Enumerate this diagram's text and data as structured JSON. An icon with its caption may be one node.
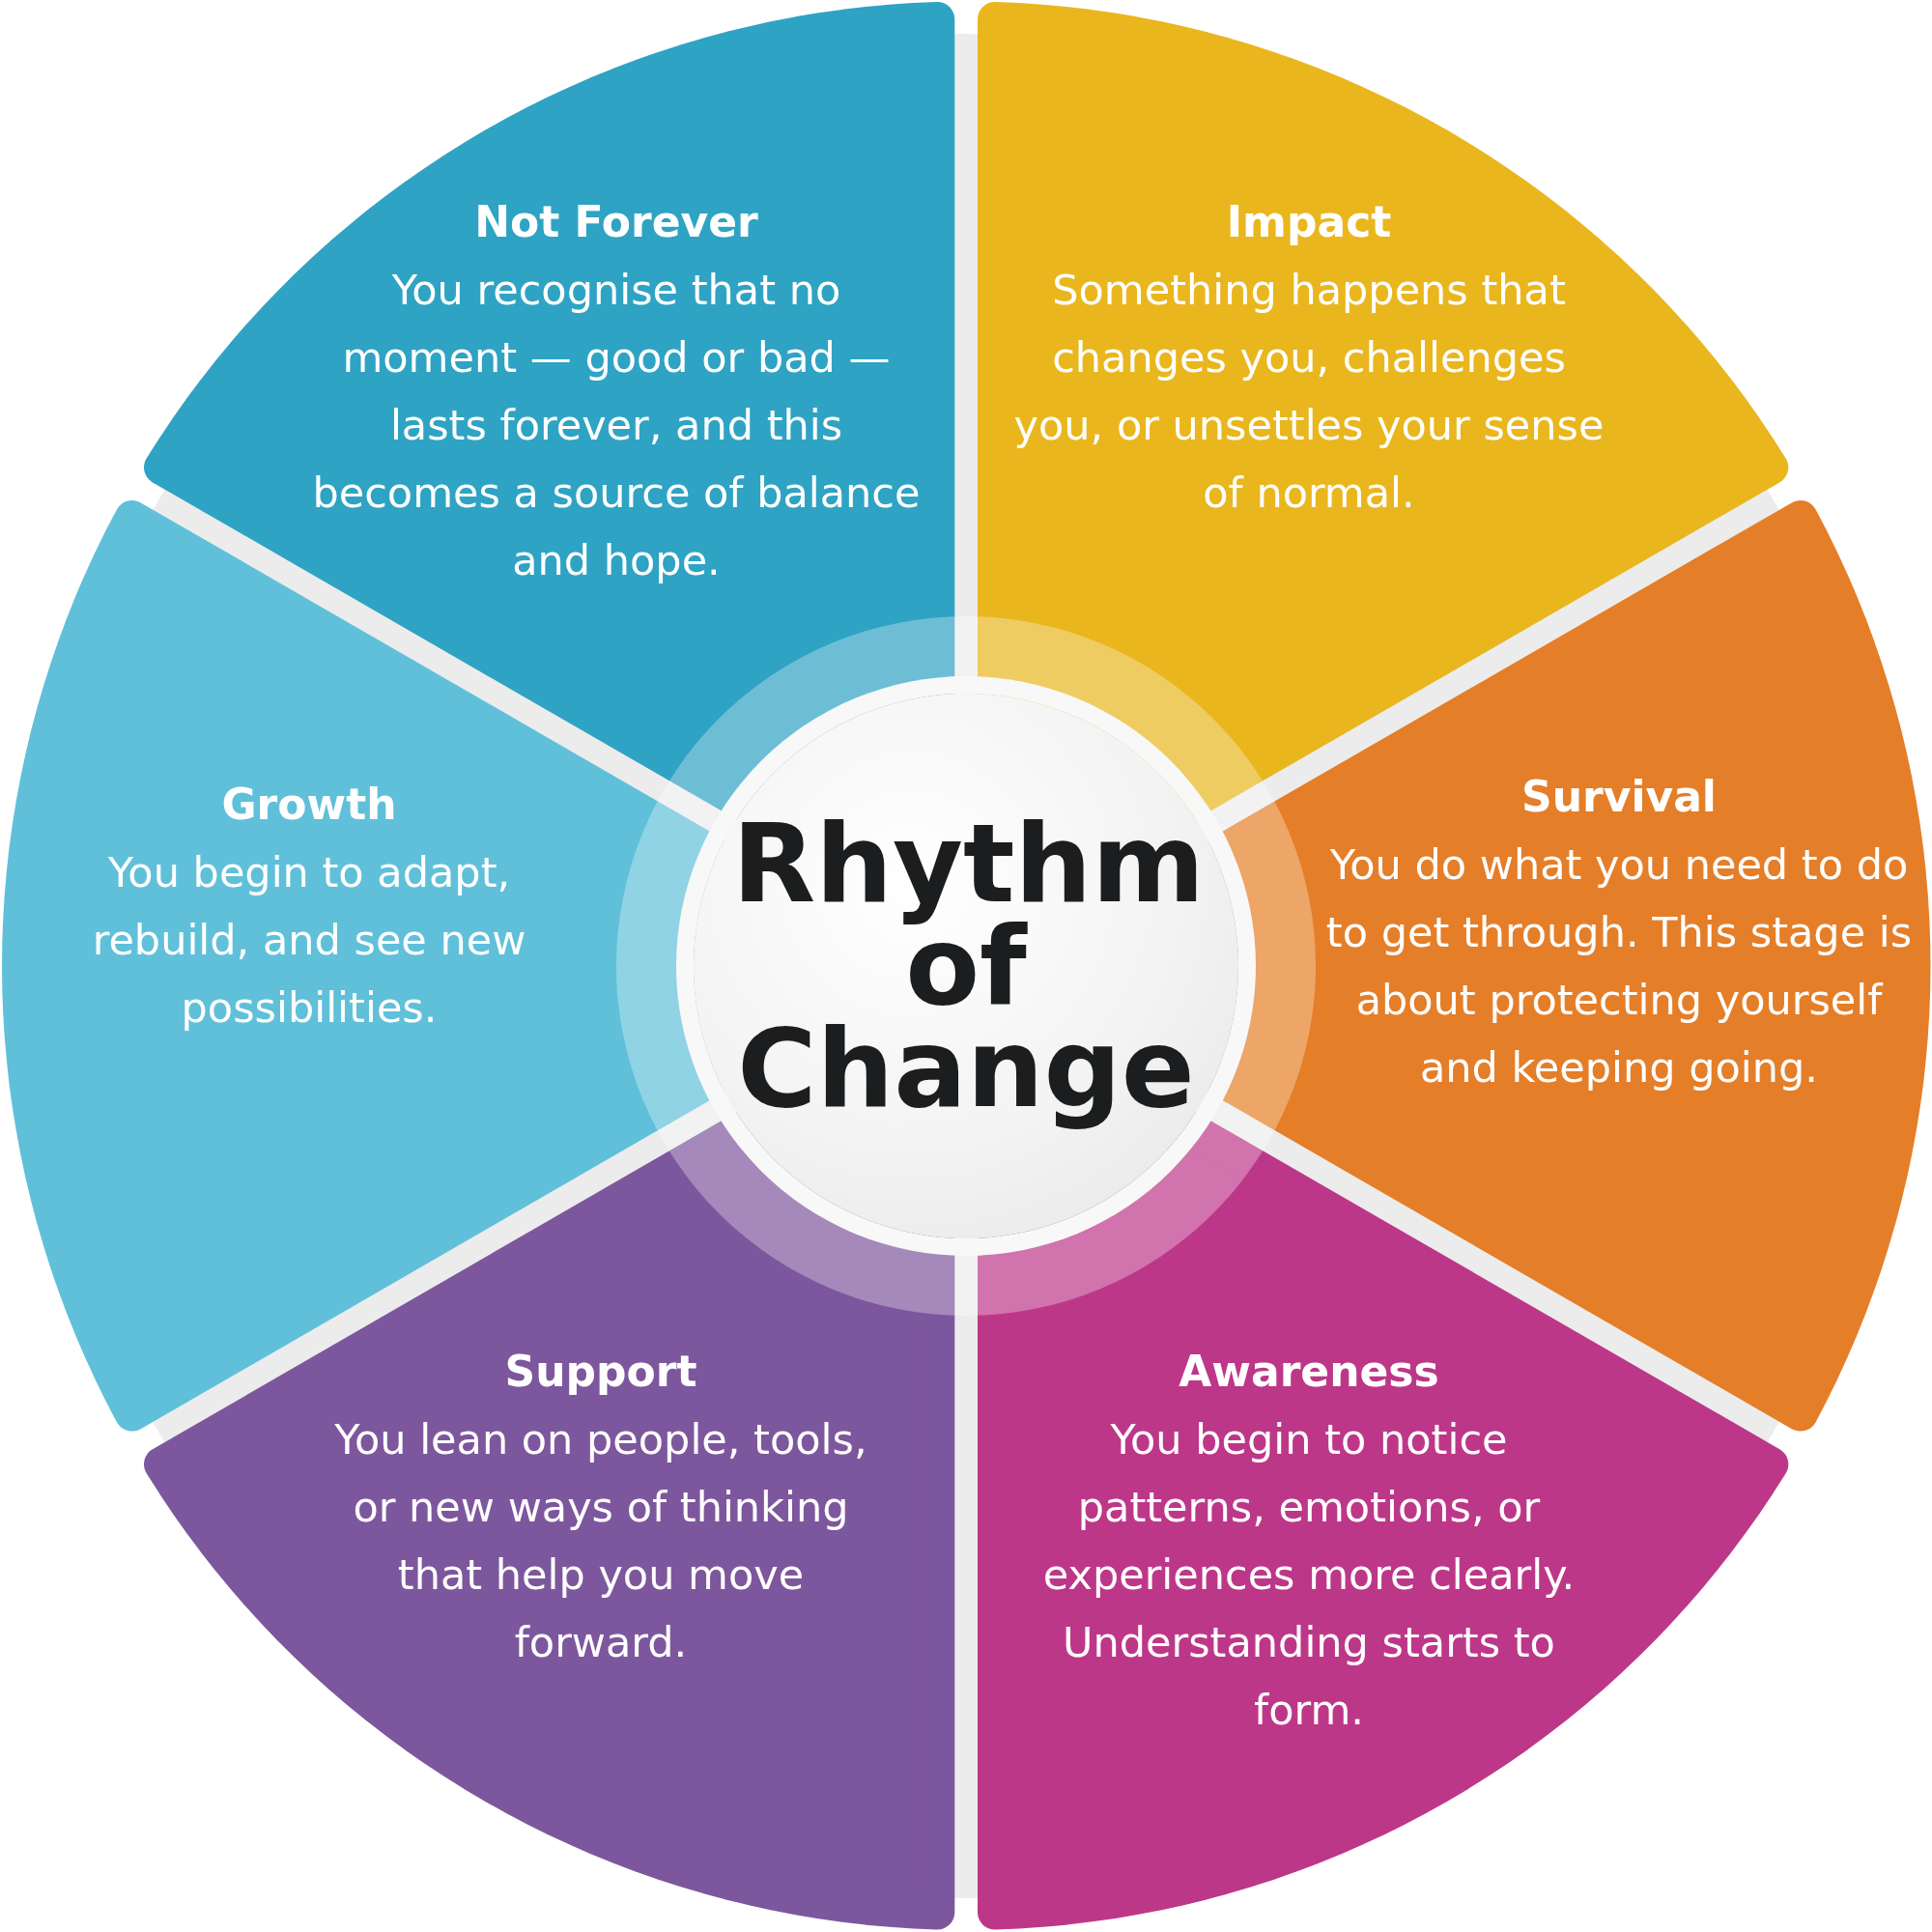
{
  "diagram": {
    "nodes": [
      {
        "text": [
          "Not Forever",
          "You recognise that no moment — good or bad — lasts forever, and this becomes a source of balance and hope."
        ]
      },
      {
        "text": [
          "Impact",
          "Something happens that changes you, challenges you, or unsettles your sense of normal."
        ]
      },
      {
        "text": [
          "Survival",
          "You do what you need to do to get through. This stage is about protecting yourself and keeping going."
        ]
      },
      {
        "text": [
          "Awareness",
          "You begin to notice patterns, emotions, or experiences more clearly. Understanding starts to form."
        ]
      },
      {
        "text": [
          "Support",
          "You lean on people, tools, or new ways of thinking that help you move forward."
        ]
      },
      {
        "text": [
          "Growth",
          "You begin to adapt, rebuild, and see new possibilities."
        ]
      },
      {
        "text": [
          "Rhythm of Change"
        ]
      }
    ]
  }
}
